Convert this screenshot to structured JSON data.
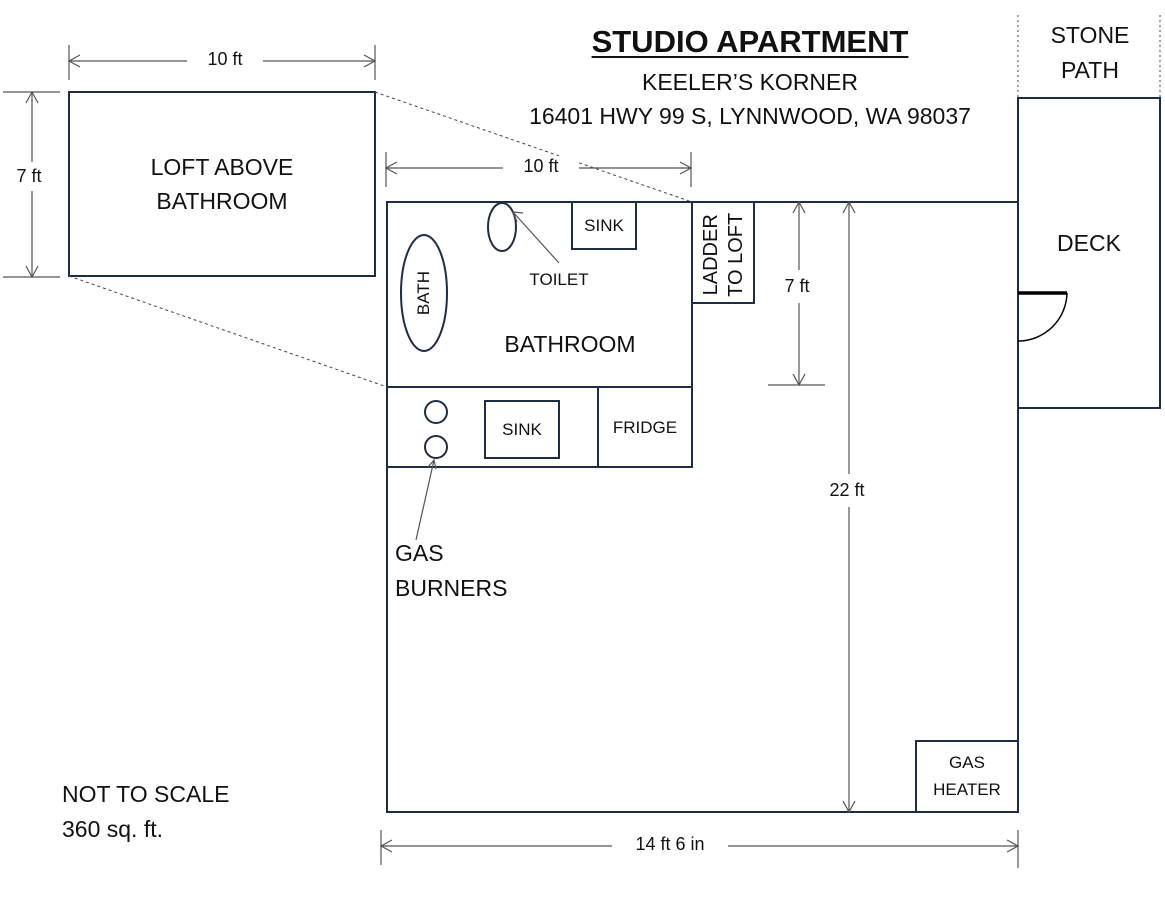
{
  "header": {
    "title": "STUDIO APARTMENT",
    "subtitle": "KEELER’S KORNER",
    "address": "16401 HWY 99 S, LYNNWOOD, WA 98037"
  },
  "notes": {
    "scale": "NOT TO SCALE",
    "area": "360 sq. ft."
  },
  "rooms": {
    "loft": "LOFT ABOVE BATHROOM",
    "loft_line1": "LOFT ABOVE",
    "loft_line2": "BATHROOM",
    "bathroom": "BATHROOM",
    "deck": "DECK",
    "stone_path_line1": "STONE",
    "stone_path_line2": "PATH"
  },
  "fixtures": {
    "bath": "BATH",
    "toilet": "TOILET",
    "bathroom_sink": "SINK",
    "kitchen_sink": "SINK",
    "fridge": "FRIDGE",
    "ladder_line1": "LADDER",
    "ladder_line2": "TO LOFT",
    "gas_burners_line1": "GAS",
    "gas_burners_line2": "BURNERS",
    "gas_heater_line1": "GAS",
    "gas_heater_line2": "HEATER"
  },
  "dimensions": {
    "loft_width": "10 ft",
    "loft_depth": "7 ft",
    "bathroom_width": "10 ft",
    "bathroom_depth": "7 ft",
    "apartment_length": "22 ft",
    "apartment_width": "14 ft 6 in"
  },
  "colors": {
    "wall": "#1f2d44",
    "dimension_line": "#555555",
    "text": "#111111"
  }
}
